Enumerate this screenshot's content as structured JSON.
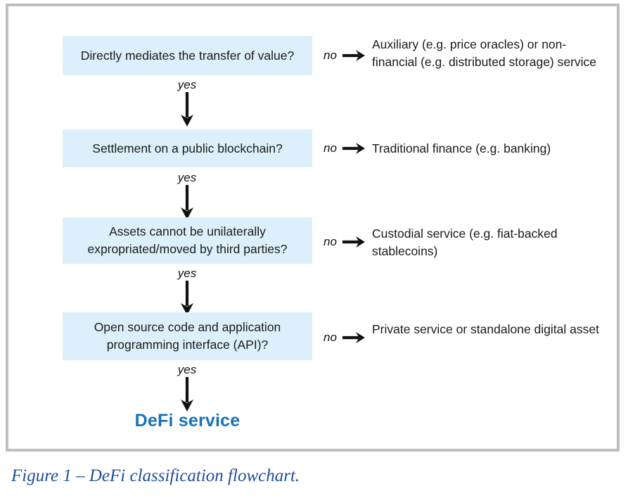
{
  "figure": {
    "caption": "Figure 1 – DeFi classification flowchart.",
    "frame_border_color": "#bebebe",
    "box_fill_color": "#dcf0fb",
    "accent_color": "#1572b8",
    "caption_color": "#1f4e9c"
  },
  "flow": {
    "yes_label": "yes",
    "no_label": "no",
    "steps": [
      {
        "question": "Directly mediates the transfer of value?",
        "no_outcome": "Auxiliary (e.g. price oracles) or non-financial (e.g. distributed storage) service"
      },
      {
        "question": "Settlement on a public blockchain?",
        "no_outcome": "Traditional finance (e.g. banking)"
      },
      {
        "question": "Assets cannot be unilaterally expropriated/moved by third parties?",
        "no_outcome": "Custodial service (e.g. fiat-backed stablecoins)"
      },
      {
        "question": "Open source code and application programming interface (API)?",
        "no_outcome": "Private service or standalone digital asset"
      }
    ],
    "final_outcome": "DeFi service"
  },
  "chart_data": {
    "type": "diagram",
    "title": "DeFi classification flowchart",
    "nodes": [
      {
        "id": "q1",
        "kind": "decision",
        "text": "Directly mediates the transfer of value?"
      },
      {
        "id": "o1",
        "kind": "outcome",
        "text": "Auxiliary (e.g. price oracles) or non-financial (e.g. distributed storage) service"
      },
      {
        "id": "q2",
        "kind": "decision",
        "text": "Settlement on a public blockchain?"
      },
      {
        "id": "o2",
        "kind": "outcome",
        "text": "Traditional finance (e.g. banking)"
      },
      {
        "id": "q3",
        "kind": "decision",
        "text": "Assets cannot be unilaterally expropriated/moved by third parties?"
      },
      {
        "id": "o3",
        "kind": "outcome",
        "text": "Custodial service (e.g. fiat-backed stablecoins)"
      },
      {
        "id": "q4",
        "kind": "decision",
        "text": "Open source code and application programming interface (API)?"
      },
      {
        "id": "o4",
        "kind": "outcome",
        "text": "Private service or standalone digital asset"
      },
      {
        "id": "final",
        "kind": "terminal",
        "text": "DeFi service"
      }
    ],
    "edges": [
      {
        "from": "q1",
        "to": "o1",
        "label": "no",
        "direction": "right"
      },
      {
        "from": "q1",
        "to": "q2",
        "label": "yes",
        "direction": "down"
      },
      {
        "from": "q2",
        "to": "o2",
        "label": "no",
        "direction": "right"
      },
      {
        "from": "q2",
        "to": "q3",
        "label": "yes",
        "direction": "down"
      },
      {
        "from": "q3",
        "to": "o3",
        "label": "no",
        "direction": "right"
      },
      {
        "from": "q3",
        "to": "q4",
        "label": "yes",
        "direction": "down"
      },
      {
        "from": "q4",
        "to": "o4",
        "label": "no",
        "direction": "right"
      },
      {
        "from": "q4",
        "to": "final",
        "label": "yes",
        "direction": "down"
      }
    ]
  }
}
